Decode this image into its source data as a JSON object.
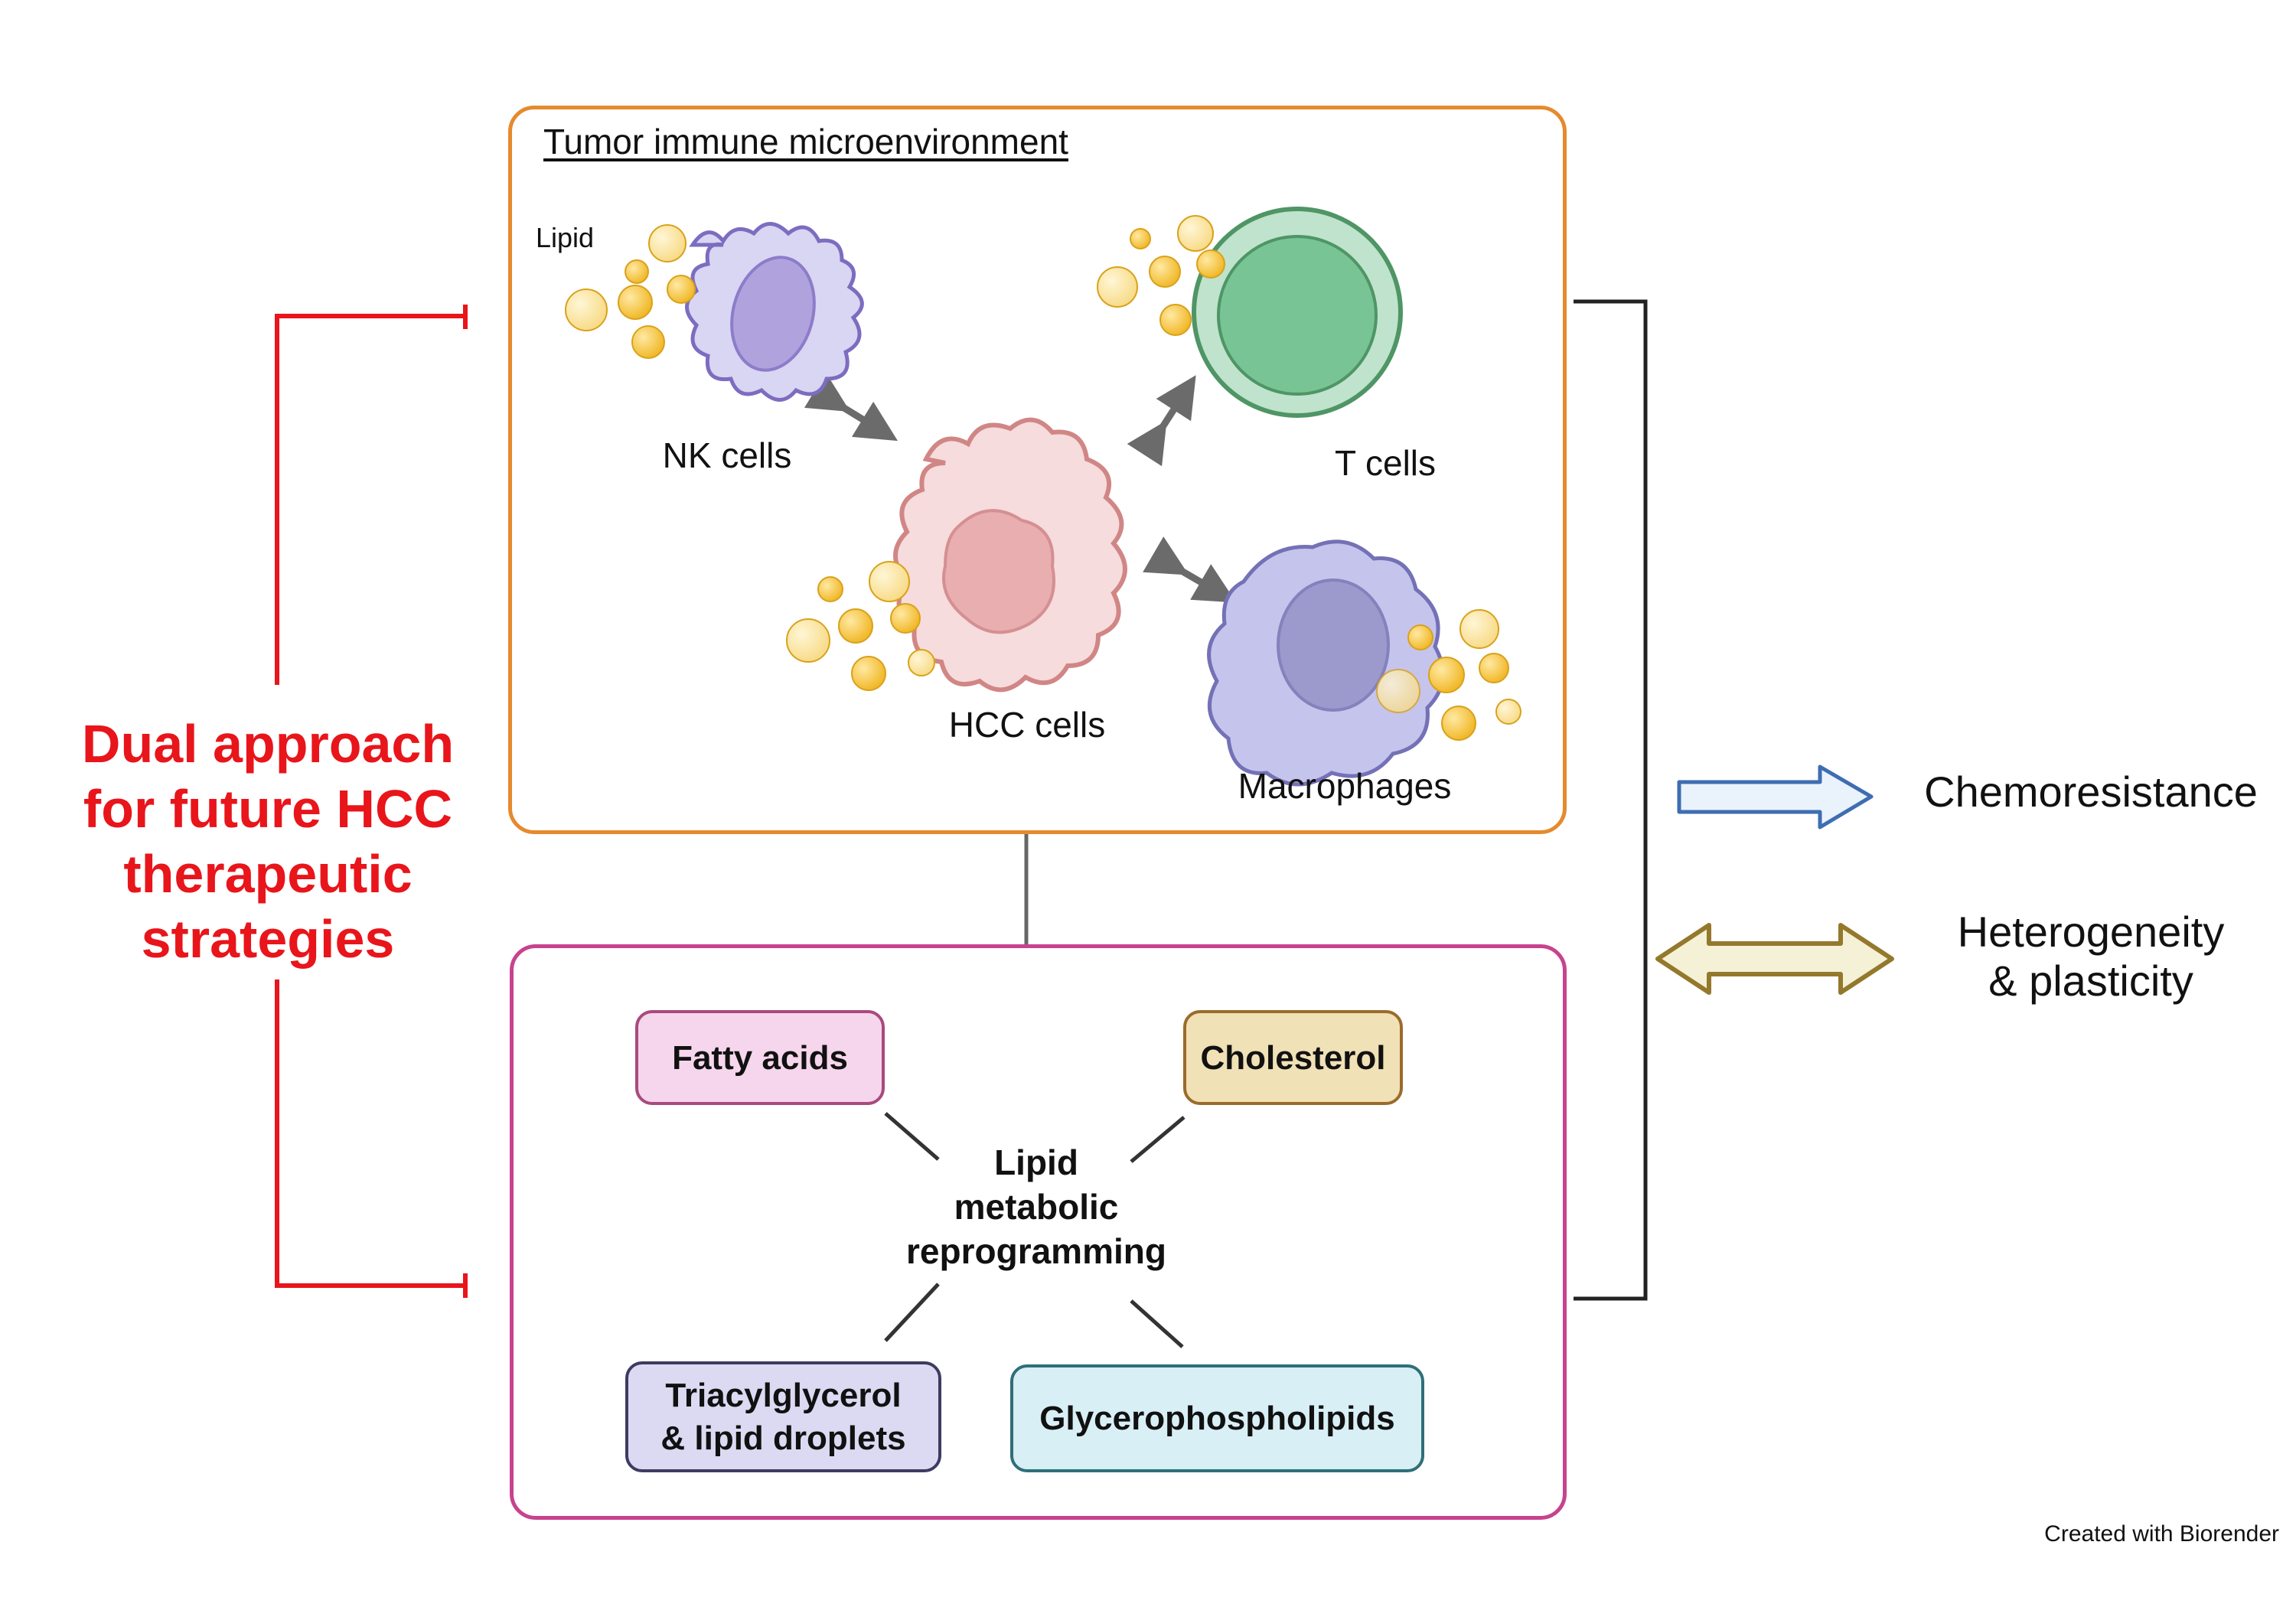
{
  "figure": {
    "tme_box": {
      "title": "Tumor immune microenvironment",
      "lipid_tag": "Lipid",
      "cells": [
        {
          "id": "nk",
          "label": "NK cells"
        },
        {
          "id": "t",
          "label": "T cells"
        },
        {
          "id": "hcc",
          "label": "HCC cells"
        },
        {
          "id": "macro",
          "label": "Macrophages"
        }
      ],
      "border_color": "#e58a2e"
    },
    "lipid_box": {
      "center_label": "Lipid\nmetabolic\nreprogramming",
      "border_color": "#c8428f",
      "items": [
        {
          "label": "Fatty acids",
          "fill": "#f6d6ec",
          "stroke": "#a84a7e"
        },
        {
          "label": "Cholesterol",
          "fill": "#f0e1b6",
          "stroke": "#9b6b2a"
        },
        {
          "label": "Triacylglycerol\n& lipid droplets",
          "fill": "#dcdaf2",
          "stroke": "#3f3a62"
        },
        {
          "label": "Glycerophospholipids",
          "fill": "#d8eff5",
          "stroke": "#2f6f78"
        }
      ]
    },
    "left_label": "Dual approach\nfor future HCC\ntherapeutic\nstrategies",
    "left_color": "#e8151b",
    "outcomes": [
      {
        "label": "Chemoresistance",
        "arrow": "single-right",
        "fill": "#eaf2fb",
        "stroke": "#3e6db2"
      },
      {
        "label": "Heterogeneity\n& plasticity",
        "arrow": "double",
        "fill": "#f4f1d6",
        "stroke": "#94782c"
      }
    ],
    "credit": "Created with Biorender"
  }
}
